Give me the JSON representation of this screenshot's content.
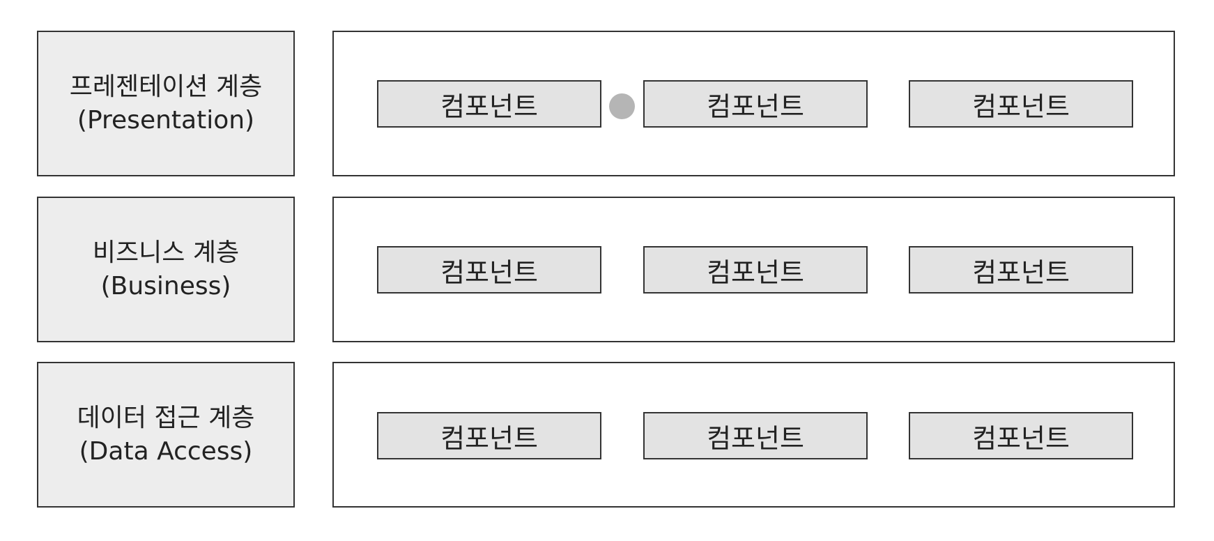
{
  "layers": [
    {
      "label_ko": "프레젠테이션 계층",
      "label_en": "(Presentation)",
      "components": [
        "컴포넌트",
        "컴포넌트",
        "컴포넌트"
      ]
    },
    {
      "label_ko": "비즈니스 계층",
      "label_en": "(Business)",
      "components": [
        "컴포넌트",
        "컴포넌트",
        "컴포넌트"
      ]
    },
    {
      "label_ko": "데이터 접근 계층",
      "label_en": "(Data Access)",
      "components": [
        "컴포넌트",
        "컴포넌트",
        "컴포넌트"
      ]
    }
  ],
  "colors": {
    "label_fill": "#ededed",
    "component_fill": "#e3e3e3",
    "border": "#333333",
    "connector_dot": "#b5b5b5"
  }
}
